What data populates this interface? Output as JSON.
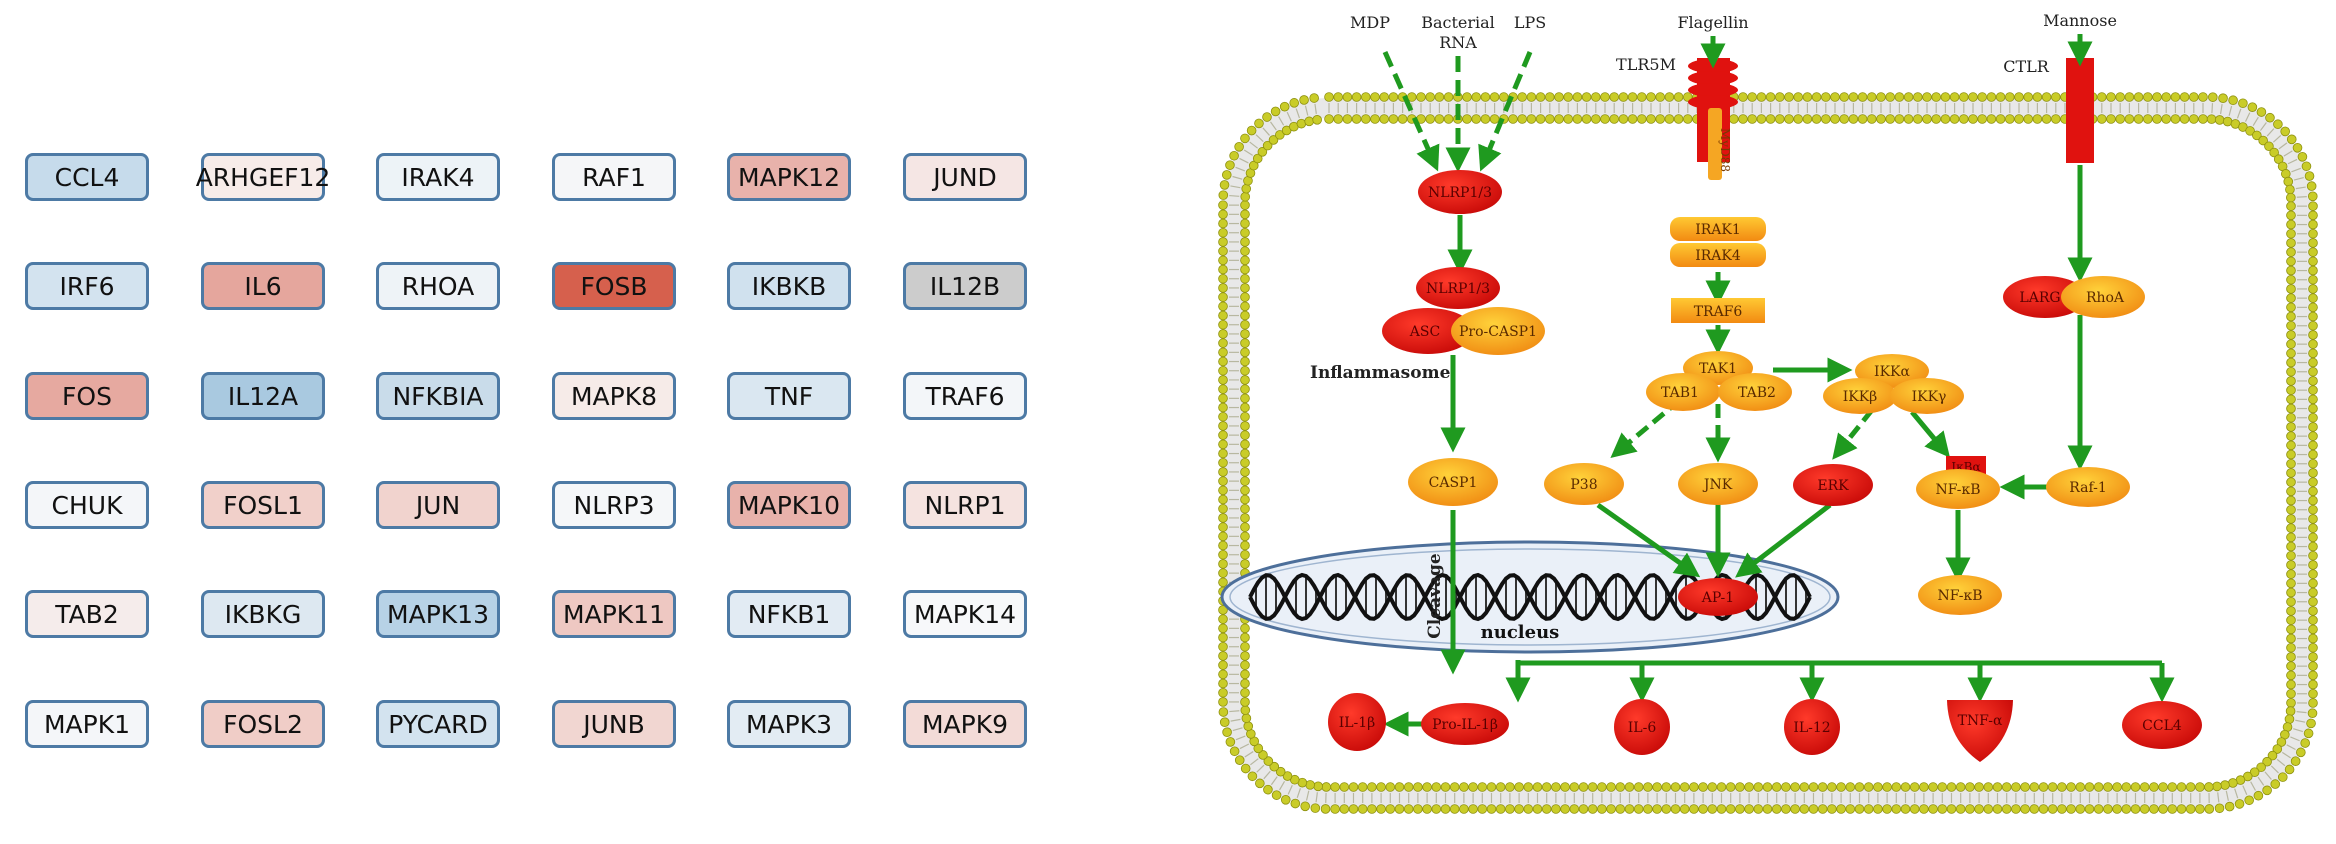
{
  "gene_grid": {
    "rows": [
      [
        {
          "name": "CCL4",
          "color": "#c6dbeb"
        },
        {
          "name": "ARHGEF12",
          "color": "#f7ece9"
        },
        {
          "name": "IRAK4",
          "color": "#edf3f7"
        },
        {
          "name": "RAF1",
          "color": "#f5f6f8"
        },
        {
          "name": "MAPK12",
          "color": "#e8b2ab"
        },
        {
          "name": "JUND",
          "color": "#f5e6e4"
        }
      ],
      [
        {
          "name": "IRF6",
          "color": "#d3e3ef"
        },
        {
          "name": "IL6",
          "color": "#e5a69d"
        },
        {
          "name": "RHOA",
          "color": "#eef3f7"
        },
        {
          "name": "FOSB",
          "color": "#d6604d"
        },
        {
          "name": "IKBKB",
          "color": "#d0e1ee"
        },
        {
          "name": "IL12B",
          "color": "#cccccc"
        }
      ],
      [
        {
          "name": "FOS",
          "color": "#e6a9a0"
        },
        {
          "name": "IL12A",
          "color": "#a9c9e0"
        },
        {
          "name": "NFKBIA",
          "color": "#c9dcea"
        },
        {
          "name": "MAPK8",
          "color": "#f6ebe8"
        },
        {
          "name": "TNF",
          "color": "#dae7f1"
        },
        {
          "name": "TRAF6",
          "color": "#f3f6f9"
        }
      ],
      [
        {
          "name": "CHUK",
          "color": "#f4f6f9"
        },
        {
          "name": "FOSL1",
          "color": "#f1d0ca"
        },
        {
          "name": "JUN",
          "color": "#f1d3ce"
        },
        {
          "name": "NLRP3",
          "color": "#f5f7f9"
        },
        {
          "name": "MAPK10",
          "color": "#e8b2ab"
        },
        {
          "name": "NLRP1",
          "color": "#f5e3e0"
        }
      ],
      [
        {
          "name": "TAB2",
          "color": "#f5eceb"
        },
        {
          "name": "IKBKG",
          "color": "#dde8f1"
        },
        {
          "name": "MAPK13",
          "color": "#b7d2e6"
        },
        {
          "name": "MAPK11",
          "color": "#eec8c2"
        },
        {
          "name": "NFKB1",
          "color": "#e2ebf3"
        },
        {
          "name": "MAPK14",
          "color": "#f7f8fa"
        }
      ],
      [
        {
          "name": "MAPK1",
          "color": "#f4f6f9"
        },
        {
          "name": "FOSL2",
          "color": "#f0cdc7"
        },
        {
          "name": "PYCARD",
          "color": "#d3e3ef"
        },
        {
          "name": "JUNB",
          "color": "#f1d6d1"
        },
        {
          "name": "MAPK3",
          "color": "#e3ecf3"
        },
        {
          "name": "MAPK9",
          "color": "#f3dbd7"
        }
      ]
    ]
  },
  "pathway": {
    "ligands": {
      "mdp": "MDP",
      "bacterial_rna_1": "Bacterial",
      "bacterial_rna_2": "RNA",
      "lps": "LPS",
      "flagellin": "Flagellin",
      "mannose": "Mannose"
    },
    "receptors": {
      "tlr5m": "TLR5M",
      "ctlr": "CTLR",
      "myd88": "MyD88"
    },
    "nodes": {
      "nlrp13_a": "NLRP1/3",
      "nlrp13_b": "NLRP1/3",
      "asc": "ASC",
      "pro_casp1": "Pro-CASP1",
      "inflammasome": "Inflammasome",
      "casp1": "CASP1",
      "cleavage": "Cleavage",
      "irak1": "IRAK1",
      "irak4": "IRAK4",
      "traf6": "TRAF6",
      "tak1": "TAK1",
      "tab1": "TAB1",
      "tab2": "TAB2",
      "ikka": "IKKα",
      "ikkb": "IKKβ",
      "ikkg": "IKKγ",
      "p38": "P38",
      "jnk": "JNK",
      "erk": "ERK",
      "ikba": "IκBα",
      "nfkb": "NF-κB",
      "nfkb_nucleus": "NF-κB",
      "ap1": "AP-1",
      "nucleus": "nucleus",
      "larg": "LARG",
      "rhoa": "RhoA",
      "raf1": "Raf-1",
      "il1b": "IL-1β",
      "pro_il1b": "Pro-IL-1β",
      "il6": "IL-6",
      "il12": "IL-12",
      "tnfa": "TNF-α",
      "ccl4": "CCL4"
    },
    "colors": {
      "arrow": "#1f9a1f",
      "red": "#e0120f",
      "orange": "#f59a1c",
      "membrane_head": "#c9cc28",
      "box_border": "#4d7aa5"
    }
  }
}
